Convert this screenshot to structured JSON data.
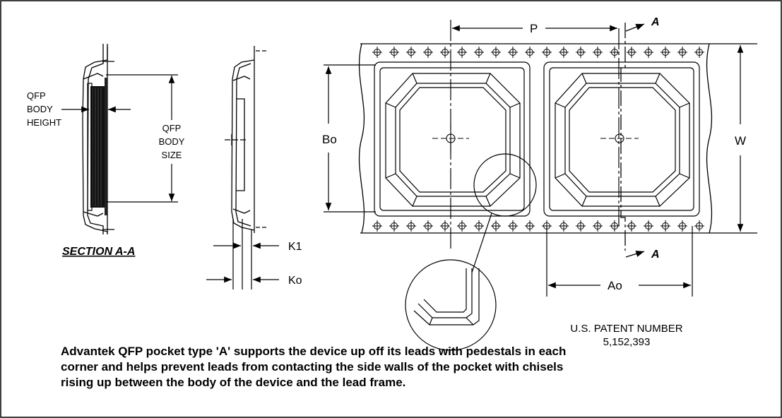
{
  "section": {
    "qfp_height_label": [
      "QFP",
      "BODY",
      "HEIGHT"
    ],
    "qfp_size_label": [
      "QFP",
      "BODY",
      "SIZE"
    ],
    "title": "SECTION A-A"
  },
  "dimensions": {
    "k1": "K1",
    "ko": "Ko",
    "bo": "Bo",
    "p": "P",
    "w": "W",
    "ao": "Ao",
    "section_marker": "A"
  },
  "patent": {
    "line1": "U.S. PATENT NUMBER",
    "line2": "5,152,393"
  },
  "caption": [
    "Advantek QFP pocket type 'A' supports the device up off its leads with pedestals in each",
    "corner and helps prevent leads from contacting the side walls of the pocket with chisels",
    "rising up between the body of the device and the lead frame."
  ]
}
